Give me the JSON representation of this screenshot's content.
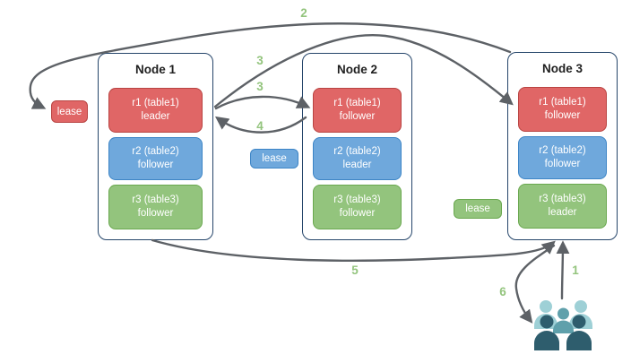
{
  "diagram": {
    "nodes": [
      {
        "title": "Node 1",
        "replicas": [
          {
            "name": "r1 (table1)",
            "role": "leader"
          },
          {
            "name": "r2 (table2)",
            "role": "follower"
          },
          {
            "name": "r3 (table3)",
            "role": "follower"
          }
        ]
      },
      {
        "title": "Node 2",
        "replicas": [
          {
            "name": "r1 (table1)",
            "role": "follower"
          },
          {
            "name": "r2 (table2)",
            "role": "leader"
          },
          {
            "name": "r3 (table3)",
            "role": "follower"
          }
        ]
      },
      {
        "title": "Node 3",
        "replicas": [
          {
            "name": "r1 (table1)",
            "role": "follower"
          },
          {
            "name": "r2 (table2)",
            "role": "follower"
          },
          {
            "name": "r3 (table3)",
            "role": "leader"
          }
        ]
      }
    ],
    "leases": [
      {
        "label": "lease",
        "color": "#e06666"
      },
      {
        "label": "lease",
        "color": "#6fa8dc"
      },
      {
        "label": "lease",
        "color": "#93c47d"
      }
    ],
    "steps": [
      "2",
      "3",
      "3",
      "4",
      "5",
      "6",
      "1"
    ],
    "icons": {
      "users_group": "users-group-icon"
    },
    "colors": {
      "replica_red_fill": "#e06666",
      "replica_red_border": "#b94442",
      "replica_blue_fill": "#6fa8dc",
      "replica_blue_border": "#3d85c6",
      "replica_green_fill": "#93c47d",
      "replica_green_border": "#6aa84f",
      "node_border": "#25456a",
      "arrow": "#5d6166",
      "step_label": "#93c47d",
      "users_light": "#9ed0d6",
      "users_medium": "#5fa0ab",
      "users_dark": "#2e5d6d"
    }
  }
}
